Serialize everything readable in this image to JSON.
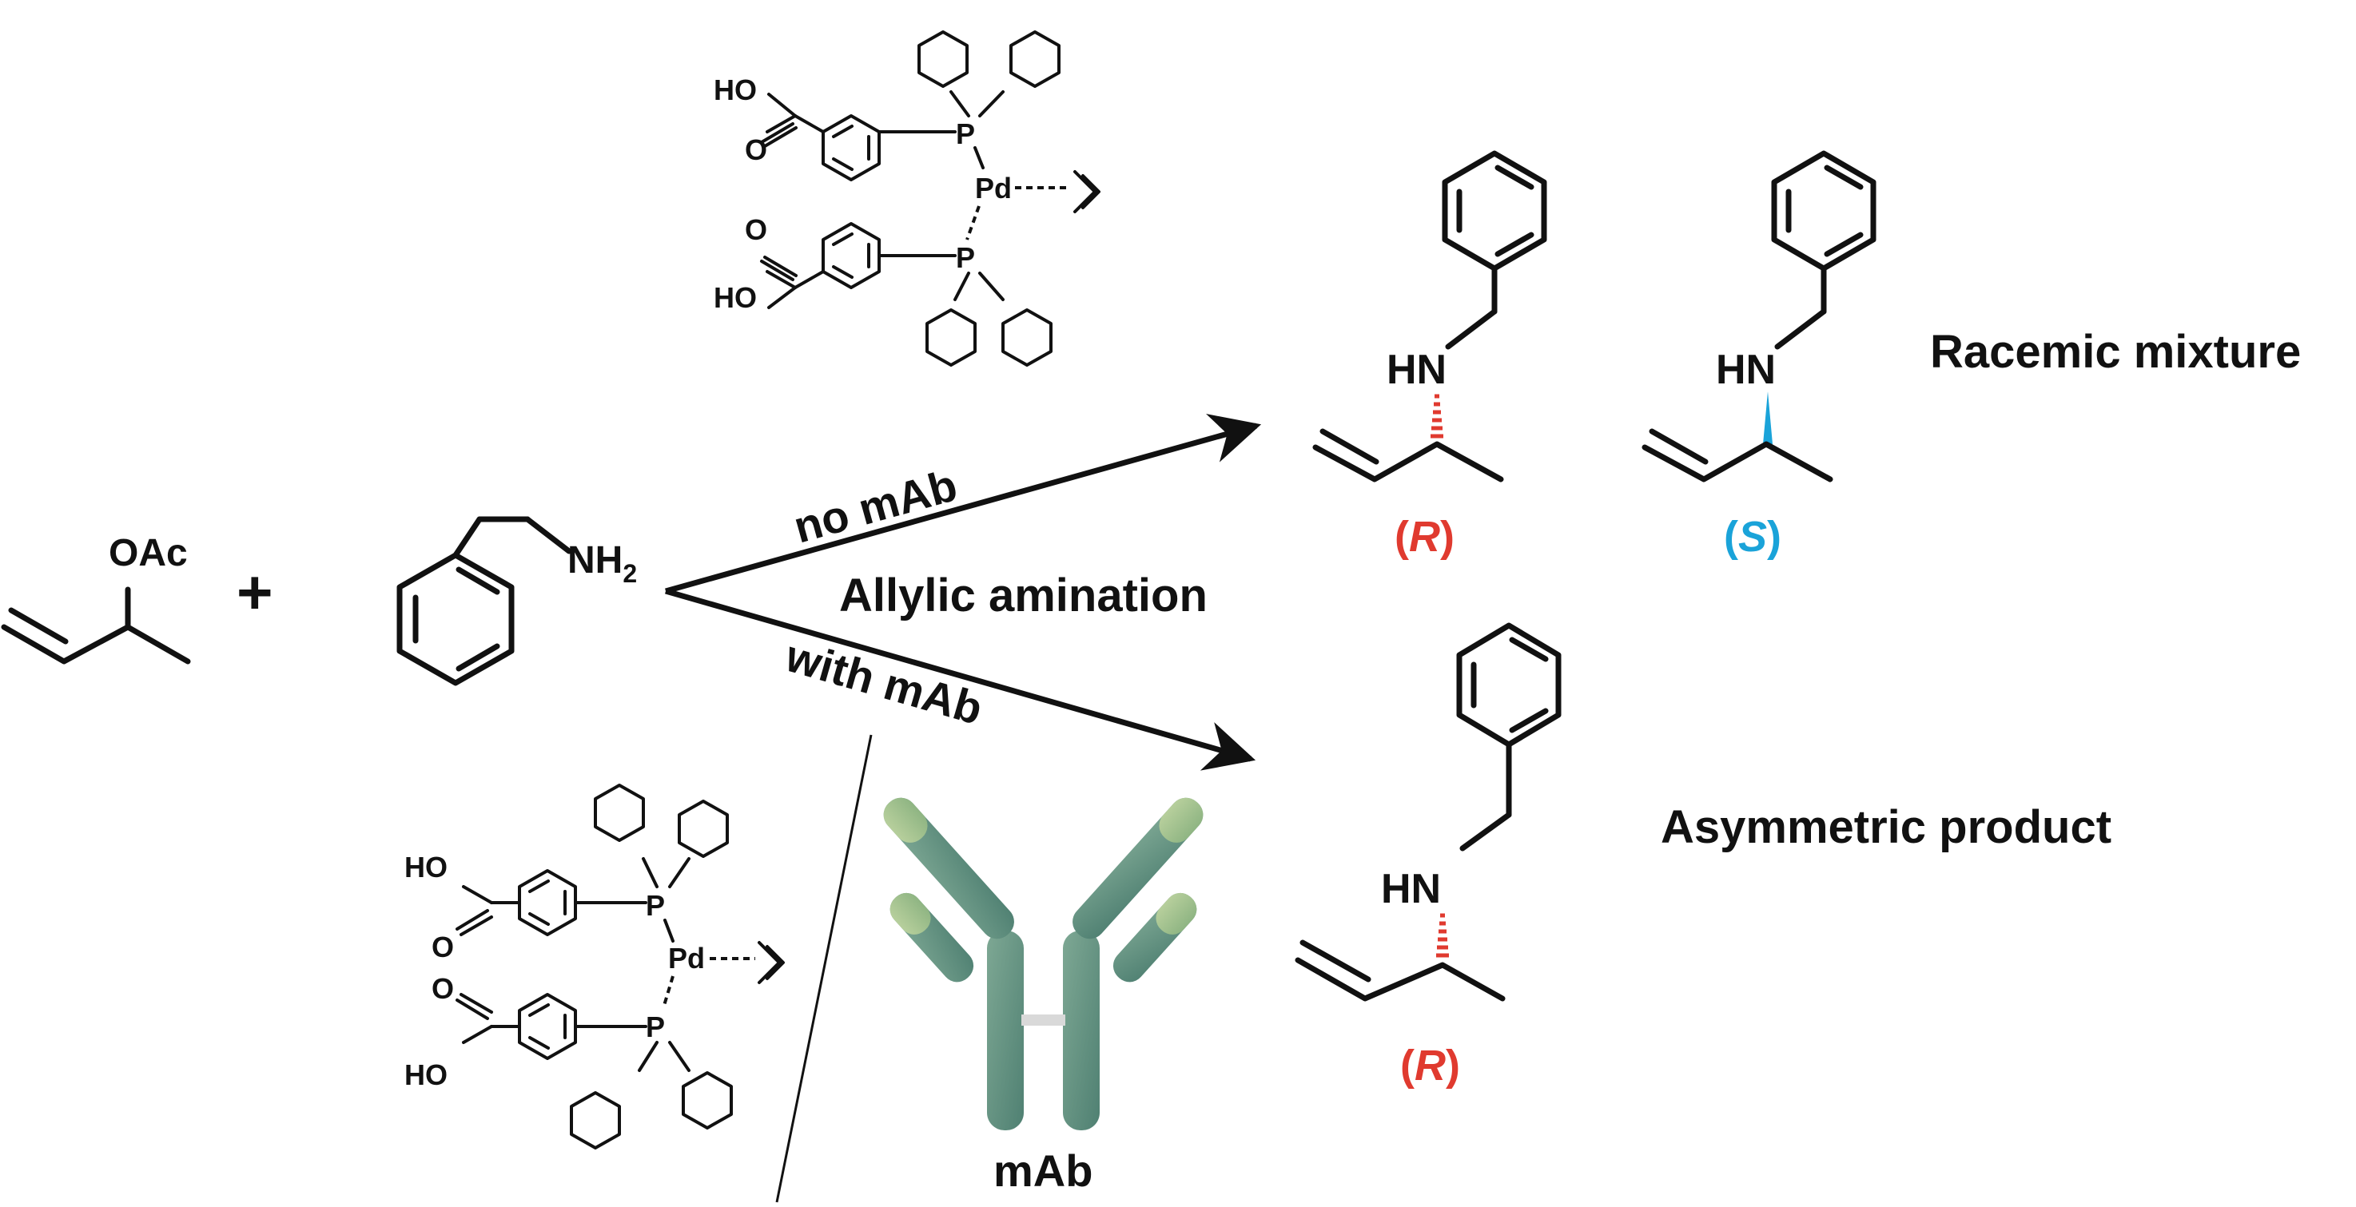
{
  "reactants": {
    "acetate_label": "OAc",
    "plus": "+",
    "amine_label": "NH",
    "amine_subscript": "2"
  },
  "catalyst": {
    "acid_label": "HO",
    "oxo_label": "O",
    "phosphorus": "P",
    "palladium": "Pd"
  },
  "arrows": {
    "top": "no mAb",
    "middle": "Allylic amination",
    "bottom": "with mAb"
  },
  "products": {
    "amine": "HN",
    "r_open": "(",
    "r_config": "R",
    "r_close": ")",
    "s_open": "(",
    "s_config": "S",
    "s_close": ")",
    "racemic": "Racemic mixture",
    "asymmetric": "Asymmetric product"
  },
  "antibody": {
    "label": "mAb"
  },
  "colors": {
    "r_red": "#e03a2f",
    "s_blue": "#1aa3d9",
    "antibody_dark": "#5e8e80",
    "antibody_light": "#a9c79a",
    "ink": "#111111"
  }
}
